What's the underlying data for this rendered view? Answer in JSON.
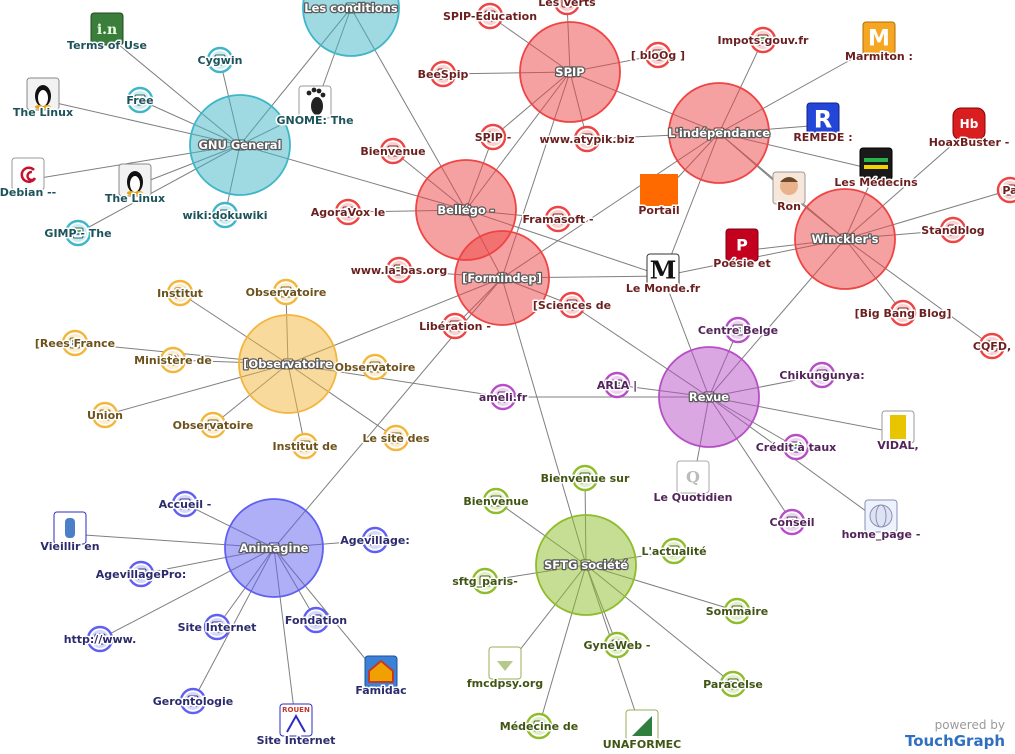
{
  "colors": {
    "teal": "#3fb6c8",
    "red": "#ee4444",
    "orange": "#f2b63c",
    "purple": "#b64fc6",
    "blue": "#5f5ff2",
    "green": "#8ebc2a",
    "edge": "#7f7f7f"
  },
  "branding": {
    "powered": "powered by",
    "name": "TouchGraph"
  },
  "nodes": [
    {
      "id": "conditions",
      "label": "Les conditions",
      "group": "teal",
      "hub": true
    },
    {
      "id": "gnu",
      "label": "GNU General",
      "group": "teal",
      "hub": true
    },
    {
      "id": "terms",
      "label": "Terms of Use",
      "group": "teal",
      "icon": "document-icon"
    },
    {
      "id": "cygwin",
      "label": "Cygwin",
      "group": "teal"
    },
    {
      "id": "linux1",
      "label": "The Linux",
      "group": "teal",
      "icon": "penguin-icon"
    },
    {
      "id": "free",
      "label": "Free",
      "group": "teal"
    },
    {
      "id": "gnome",
      "label": "GNOME: The",
      "group": "teal",
      "icon": "foot-icon"
    },
    {
      "id": "debian",
      "label": "Debian --",
      "group": "teal",
      "icon": "swirl-icon"
    },
    {
      "id": "linux2",
      "label": "The Linux",
      "group": "teal",
      "icon": "penguin-icon"
    },
    {
      "id": "dokuwiki",
      "label": "wiki:dokuwiki",
      "group": "teal"
    },
    {
      "id": "gimp",
      "label": "GIMP - The",
      "group": "teal"
    },
    {
      "id": "spip",
      "label": "SPIP",
      "group": "red",
      "hub": true
    },
    {
      "id": "lesverts",
      "label": "Les Verts",
      "group": "red"
    },
    {
      "id": "spipedu",
      "label": "SPIP-Education",
      "group": "red"
    },
    {
      "id": "blog",
      "label": "[ bloOg ]",
      "group": "red"
    },
    {
      "id": "beespip",
      "label": "BeeSpip",
      "group": "red"
    },
    {
      "id": "spipdash",
      "label": "SPIP -",
      "group": "red"
    },
    {
      "id": "atypik",
      "label": "www.atypik.biz",
      "group": "red"
    },
    {
      "id": "bienvenue1",
      "label": "Bienvenue",
      "group": "red"
    },
    {
      "id": "bellego",
      "label": "Bellégo -",
      "group": "red",
      "hub": true
    },
    {
      "id": "agoravox",
      "label": "AgoraVox le",
      "group": "red"
    },
    {
      "id": "framasoft",
      "label": "Framasoft -",
      "group": "red"
    },
    {
      "id": "formindep",
      "label": "[Formindep]",
      "group": "red",
      "hub": true
    },
    {
      "id": "labas",
      "label": "www.la-bas.org",
      "group": "red"
    },
    {
      "id": "liberation",
      "label": "Libération -",
      "group": "red"
    },
    {
      "id": "sciences",
      "label": "[Sciences de",
      "group": "red"
    },
    {
      "id": "impots",
      "label": "Impots.gouv.fr",
      "group": "red"
    },
    {
      "id": "marmiton",
      "label": "Marmiton :",
      "group": "red",
      "icon": "m-logo-icon"
    },
    {
      "id": "independance",
      "label": "L'indépendance",
      "group": "red",
      "hub": true
    },
    {
      "id": "remede",
      "label": "REMEDE :",
      "group": "red",
      "icon": "r-logo-icon"
    },
    {
      "id": "hoaxbuster",
      "label": "HoaxBuster -",
      "group": "red",
      "icon": "hb-logo-icon"
    },
    {
      "id": "medecins",
      "label": "Les Médecins",
      "group": "red",
      "icon": "flag-icon"
    },
    {
      "id": "portail",
      "label": "Portail",
      "group": "red",
      "icon": "orange-square-icon"
    },
    {
      "id": "ron",
      "label": "Ron",
      "group": "red",
      "icon": "face-icon"
    },
    {
      "id": "pa",
      "label": "Pa",
      "group": "red"
    },
    {
      "id": "poesie",
      "label": "Poésie et",
      "group": "red",
      "icon": "p-heart-icon"
    },
    {
      "id": "lemonde",
      "label": "Le Monde.fr",
      "group": "red",
      "icon": "m-gothic-icon"
    },
    {
      "id": "winckler",
      "label": "Winckler's",
      "group": "red",
      "hub": true
    },
    {
      "id": "standblog",
      "label": "Standblog",
      "group": "red"
    },
    {
      "id": "bigbang",
      "label": "[Big Bang Blog]",
      "group": "red"
    },
    {
      "id": "cqfd",
      "label": "CQFD,",
      "group": "red"
    },
    {
      "id": "observatoire_hub",
      "label": "[Observatoire",
      "group": "orange",
      "hub": true
    },
    {
      "id": "institut1",
      "label": "Institut",
      "group": "orange"
    },
    {
      "id": "observatoire1",
      "label": "Observatoire",
      "group": "orange"
    },
    {
      "id": "rees",
      "label": "[Rees France",
      "group": "orange"
    },
    {
      "id": "ministere",
      "label": "Ministère de",
      "group": "orange"
    },
    {
      "id": "observatoire2",
      "label": "Observatoire",
      "group": "orange"
    },
    {
      "id": "union",
      "label": "Union",
      "group": "orange"
    },
    {
      "id": "observatoire3",
      "label": "Observatoire",
      "group": "orange"
    },
    {
      "id": "institut2",
      "label": "Institut de",
      "group": "orange"
    },
    {
      "id": "lesite",
      "label": "Le site des",
      "group": "orange"
    },
    {
      "id": "revue",
      "label": "Revue",
      "group": "purple",
      "hub": true
    },
    {
      "id": "centrebelge",
      "label": "Centre Belge",
      "group": "purple"
    },
    {
      "id": "arla",
      "label": "ARLA |",
      "group": "purple"
    },
    {
      "id": "ameli",
      "label": "ameli.fr",
      "group": "purple"
    },
    {
      "id": "chikungunya",
      "label": "Chikungunya:",
      "group": "purple"
    },
    {
      "id": "credit",
      "label": "Crédit à taux",
      "group": "purple"
    },
    {
      "id": "vidal",
      "label": "VIDAL,",
      "group": "purple",
      "icon": "vidal-icon"
    },
    {
      "id": "quotidien",
      "label": "Le Quotidien",
      "group": "purple",
      "icon": "doc-q-icon"
    },
    {
      "id": "conseil",
      "label": "Conseil",
      "group": "purple"
    },
    {
      "id": "homepage",
      "label": "home_page -",
      "group": "purple",
      "icon": "globe-icon"
    },
    {
      "id": "animagine",
      "label": "Animagine",
      "group": "blue",
      "hub": true
    },
    {
      "id": "accueil",
      "label": "Accueil -",
      "group": "blue"
    },
    {
      "id": "vieillir",
      "label": "Vieillir en",
      "group": "blue",
      "icon": "figure-icon"
    },
    {
      "id": "agevillage",
      "label": "Agevillage:",
      "group": "blue"
    },
    {
      "id": "agevillagepro",
      "label": "AgevillagePro:",
      "group": "blue"
    },
    {
      "id": "siteinternet1",
      "label": "Site Internet",
      "group": "blue"
    },
    {
      "id": "fondation",
      "label": "Fondation",
      "group": "blue"
    },
    {
      "id": "http",
      "label": "http://www.",
      "group": "blue"
    },
    {
      "id": "familiac",
      "label": "Famidac",
      "group": "blue",
      "icon": "house-icon"
    },
    {
      "id": "gerontologie",
      "label": "Gerontologie",
      "group": "blue"
    },
    {
      "id": "siteinternet2",
      "label": "Site Internet",
      "group": "blue",
      "icon": "rouen-icon"
    },
    {
      "id": "sftg",
      "label": "SFTG société",
      "group": "green",
      "hub": true
    },
    {
      "id": "bienvenuesur",
      "label": "Bienvenue sur",
      "group": "green"
    },
    {
      "id": "bienvenue2",
      "label": "Bienvenue",
      "group": "green"
    },
    {
      "id": "actualite",
      "label": "L'actualité",
      "group": "green"
    },
    {
      "id": "sftgparis",
      "label": "sftg_paris-",
      "group": "green"
    },
    {
      "id": "sommaire",
      "label": "Sommaire",
      "group": "green"
    },
    {
      "id": "fmcdpsy",
      "label": "fmcdpsy.org",
      "group": "green",
      "icon": "arrow-doc-icon"
    },
    {
      "id": "gyneweb",
      "label": "GyneWeb -",
      "group": "green"
    },
    {
      "id": "paracelse",
      "label": "Paracelse",
      "group": "green"
    },
    {
      "id": "medecine",
      "label": "Médecine de",
      "group": "green"
    },
    {
      "id": "unaformec",
      "label": "UNAFORMEC",
      "group": "green",
      "icon": "chart-doc-icon"
    }
  ],
  "edges": [
    [
      "conditions",
      "gnu"
    ],
    [
      "conditions",
      "bellego"
    ],
    [
      "conditions",
      "gnome"
    ],
    [
      "gnu",
      "terms"
    ],
    [
      "gnu",
      "cygwin"
    ],
    [
      "gnu",
      "linux1"
    ],
    [
      "gnu",
      "free"
    ],
    [
      "gnu",
      "gnome"
    ],
    [
      "gnu",
      "debian"
    ],
    [
      "gnu",
      "linux2"
    ],
    [
      "gnu",
      "dokuwiki"
    ],
    [
      "gnu",
      "gimp"
    ],
    [
      "gnu",
      "bellego"
    ],
    [
      "spip",
      "lesverts"
    ],
    [
      "spip",
      "spipedu"
    ],
    [
      "spip",
      "blog"
    ],
    [
      "spip",
      "beespip"
    ],
    [
      "spip",
      "spipdash"
    ],
    [
      "spip",
      "atypik"
    ],
    [
      "spip",
      "bellego"
    ],
    [
      "spip",
      "formindep"
    ],
    [
      "spip",
      "independance"
    ],
    [
      "bellego",
      "bienvenue1"
    ],
    [
      "bellego",
      "agoravox"
    ],
    [
      "bellego",
      "framasoft"
    ],
    [
      "bellego",
      "formindep"
    ],
    [
      "bellego",
      "spipdash"
    ],
    [
      "bellego",
      "lemonde"
    ],
    [
      "formindep",
      "labas"
    ],
    [
      "formindep",
      "liberation"
    ],
    [
      "formindep",
      "sciences"
    ],
    [
      "formindep",
      "lemonde"
    ],
    [
      "formindep",
      "sftg"
    ],
    [
      "formindep",
      "observatoire_hub"
    ],
    [
      "formindep",
      "independance"
    ],
    [
      "independance",
      "impots"
    ],
    [
      "independance",
      "marmiton"
    ],
    [
      "independance",
      "remede"
    ],
    [
      "independance",
      "medecins"
    ],
    [
      "independance",
      "portail"
    ],
    [
      "independance",
      "ron"
    ],
    [
      "independance",
      "lemonde"
    ],
    [
      "independance",
      "winckler"
    ],
    [
      "independance",
      "atypik"
    ],
    [
      "winckler",
      "hoaxbuster"
    ],
    [
      "winckler",
      "medecins"
    ],
    [
      "winckler",
      "ron"
    ],
    [
      "winckler",
      "pa"
    ],
    [
      "winckler",
      "standblog"
    ],
    [
      "winckler",
      "bigbang"
    ],
    [
      "winckler",
      "cqfd"
    ],
    [
      "winckler",
      "poesie"
    ],
    [
      "winckler",
      "lemonde"
    ],
    [
      "winckler",
      "revue"
    ],
    [
      "observatoire_hub",
      "institut1"
    ],
    [
      "observatoire_hub",
      "observatoire1"
    ],
    [
      "observatoire_hub",
      "rees"
    ],
    [
      "observatoire_hub",
      "ministere"
    ],
    [
      "observatoire_hub",
      "observatoire2"
    ],
    [
      "observatoire_hub",
      "union"
    ],
    [
      "observatoire_hub",
      "observatoire3"
    ],
    [
      "observatoire_hub",
      "institut2"
    ],
    [
      "observatoire_hub",
      "lesite"
    ],
    [
      "observatoire_hub",
      "ameli"
    ],
    [
      "revue",
      "centrebelge"
    ],
    [
      "revue",
      "arla"
    ],
    [
      "revue",
      "ameli"
    ],
    [
      "revue",
      "chikungunya"
    ],
    [
      "revue",
      "credit"
    ],
    [
      "revue",
      "vidal"
    ],
    [
      "revue",
      "quotidien"
    ],
    [
      "revue",
      "conseil"
    ],
    [
      "revue",
      "homepage"
    ],
    [
      "revue",
      "lemonde"
    ],
    [
      "revue",
      "sciences"
    ],
    [
      "animagine",
      "accueil"
    ],
    [
      "animagine",
      "vieillir"
    ],
    [
      "animagine",
      "agevillage"
    ],
    [
      "animagine",
      "agevillagepro"
    ],
    [
      "animagine",
      "siteinternet1"
    ],
    [
      "animagine",
      "fondation"
    ],
    [
      "animagine",
      "http"
    ],
    [
      "animagine",
      "familiac"
    ],
    [
      "animagine",
      "gerontologie"
    ],
    [
      "animagine",
      "siteinternet2"
    ],
    [
      "animagine",
      "formindep"
    ],
    [
      "sftg",
      "bienvenuesur"
    ],
    [
      "sftg",
      "bienvenue2"
    ],
    [
      "sftg",
      "actualite"
    ],
    [
      "sftg",
      "sftgparis"
    ],
    [
      "sftg",
      "sommaire"
    ],
    [
      "sftg",
      "fmcdpsy"
    ],
    [
      "sftg",
      "gyneweb"
    ],
    [
      "sftg",
      "paracelse"
    ],
    [
      "sftg",
      "medecine"
    ],
    [
      "sftg",
      "unaformec"
    ]
  ]
}
